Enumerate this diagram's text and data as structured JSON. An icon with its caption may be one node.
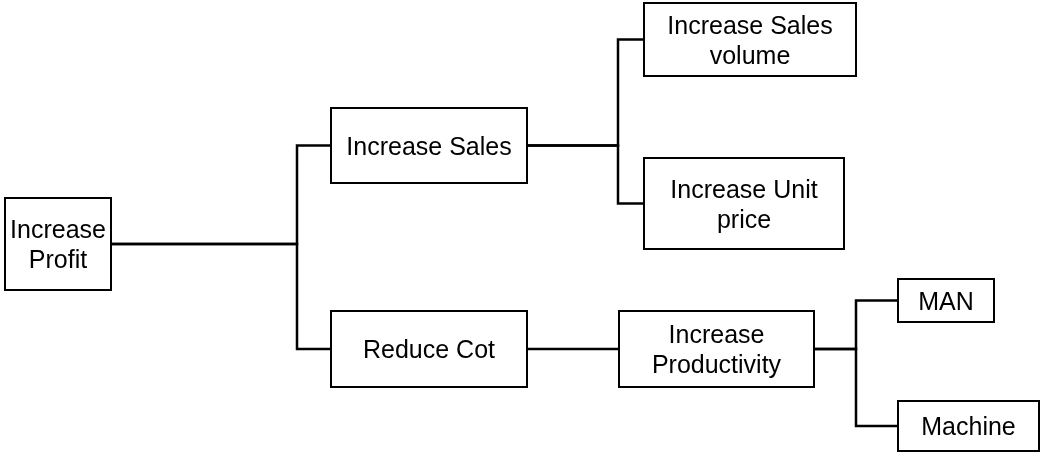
{
  "diagram": {
    "nodes": [
      {
        "text": [
          "Increase Profit"
        ]
      },
      {
        "text": [
          "Increase Sales"
        ]
      },
      {
        "text": [
          "Increase Sales volume"
        ]
      },
      {
        "text": [
          "Increase Unit price"
        ]
      },
      {
        "text": [
          "Reduce Cot"
        ]
      },
      {
        "text": [
          "Increase Productivity"
        ]
      },
      {
        "text": [
          "MAN"
        ]
      },
      {
        "text": [
          "Machine"
        ]
      }
    ],
    "edges": [
      {
        "from": 0,
        "to": 1,
        "arrow": "none"
      },
      {
        "from": 0,
        "to": 4,
        "arrow": "none"
      },
      {
        "from": 1,
        "to": 2,
        "arrow": "none"
      },
      {
        "from": 1,
        "to": 3,
        "arrow": "none"
      },
      {
        "from": 4,
        "to": 5,
        "arrow": "none"
      },
      {
        "from": 5,
        "to": 6,
        "arrow": "none"
      },
      {
        "from": 5,
        "to": 7,
        "arrow": "none"
      }
    ]
  }
}
